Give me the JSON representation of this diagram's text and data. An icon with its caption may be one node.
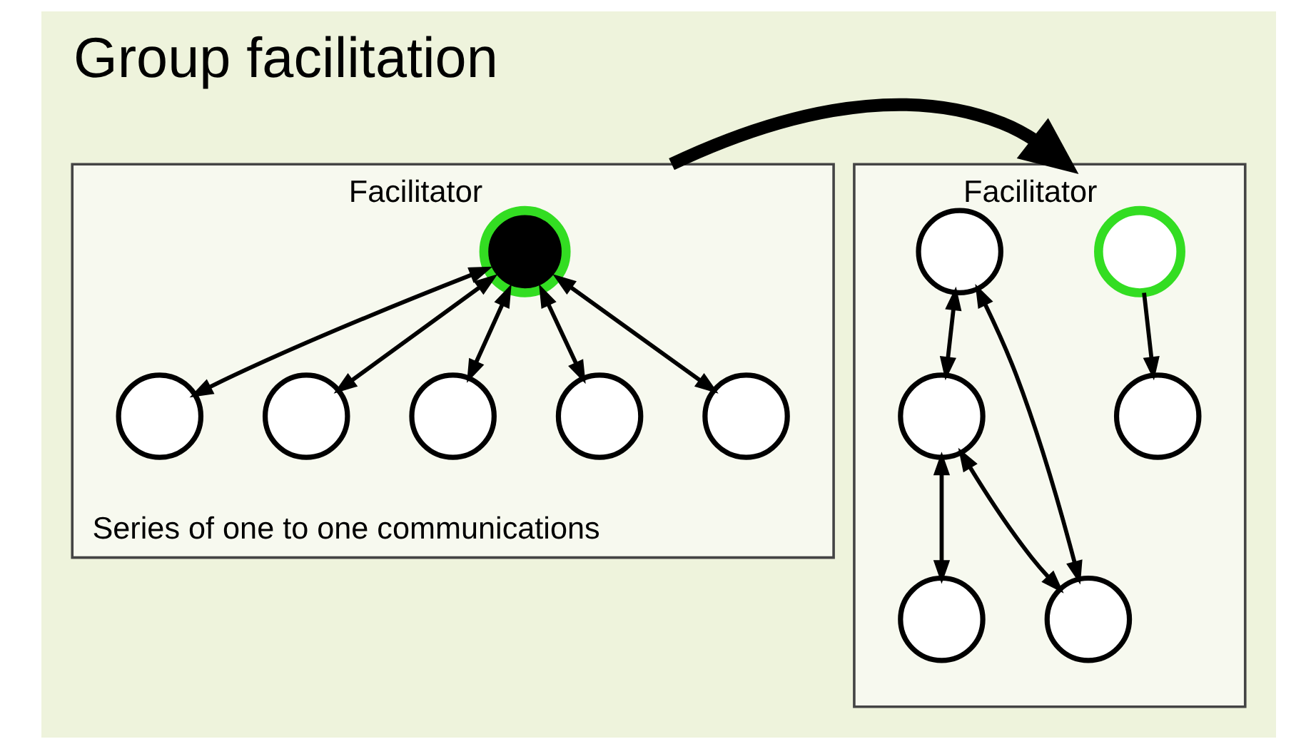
{
  "diagram": {
    "title": "Group facilitation",
    "nodes": [
      {
        "text": [
          "Series of one to one communications"
        ]
      },
      {
        "text": [],
        "shape": "circle",
        "in": 0,
        "beside": [
          "Facilitator"
        ]
      },
      {
        "text": [],
        "shape": "circle",
        "in": 0
      },
      {
        "text": [],
        "shape": "circle",
        "in": 0
      },
      {
        "text": [],
        "shape": "circle",
        "in": 0
      },
      {
        "text": [],
        "shape": "circle",
        "in": 0
      },
      {
        "text": [],
        "shape": "circle",
        "in": 0
      },
      {
        "text": [],
        "shape": "box"
      },
      {
        "text": [],
        "shape": "circle",
        "in": 7,
        "beside": [
          "Facilitator"
        ]
      },
      {
        "text": [],
        "shape": "circle",
        "in": 7
      },
      {
        "text": [],
        "shape": "circle",
        "in": 7
      },
      {
        "text": [],
        "shape": "circle",
        "in": 7
      },
      {
        "text": [],
        "shape": "circle",
        "in": 7
      },
      {
        "text": [],
        "shape": "circle",
        "in": 7
      }
    ],
    "edges": [
      {
        "from": 1,
        "to": 2,
        "arrow": "both"
      },
      {
        "from": 1,
        "to": 3,
        "arrow": "both"
      },
      {
        "from": 1,
        "to": 4,
        "arrow": "both"
      },
      {
        "from": 1,
        "to": 5,
        "arrow": "both"
      },
      {
        "from": 1,
        "to": 6,
        "arrow": "both"
      },
      {
        "from": 0,
        "to": 7,
        "arrow": "to",
        "style": "thick"
      },
      {
        "from": 8,
        "to": 9,
        "arrow": "to"
      },
      {
        "from": 10,
        "to": 12,
        "arrow": "both"
      },
      {
        "from": 10,
        "to": 13,
        "arrow": "both"
      },
      {
        "from": 12,
        "to": 11,
        "arrow": "both"
      },
      {
        "from": 12,
        "to": 13,
        "arrow": "both"
      }
    ]
  }
}
